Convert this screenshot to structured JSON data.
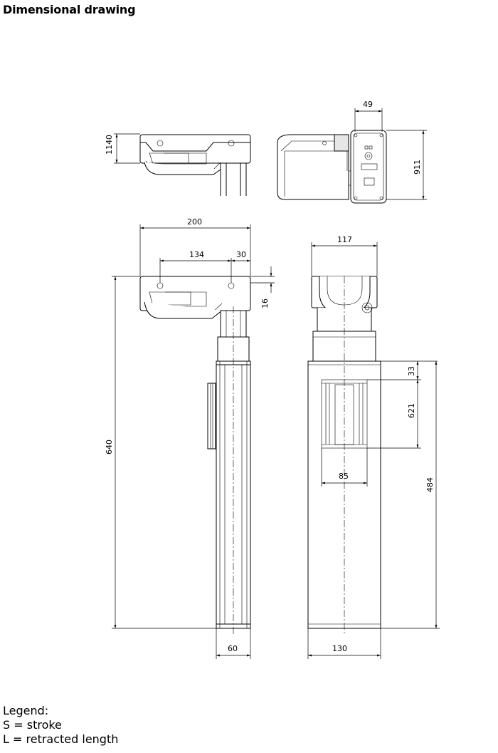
{
  "header": {
    "title": "Dimensional drawing"
  },
  "dimensions": {
    "top_left_height": "1140",
    "top_right_width": "49",
    "top_right_height": "911",
    "side_total_width": "200",
    "side_hole_spacing": "134",
    "side_hole_offset": "30",
    "side_hole_depth": "16",
    "side_total_height": "640",
    "side_column_width": "60",
    "front_head_width": "117",
    "front_window_top": "33",
    "front_window_height": "621",
    "front_window_width": "85",
    "front_lower_height": "484",
    "front_column_width": "130"
  },
  "legend": {
    "heading": "Legend:",
    "items": [
      "S = stroke",
      "L = retracted length"
    ]
  }
}
